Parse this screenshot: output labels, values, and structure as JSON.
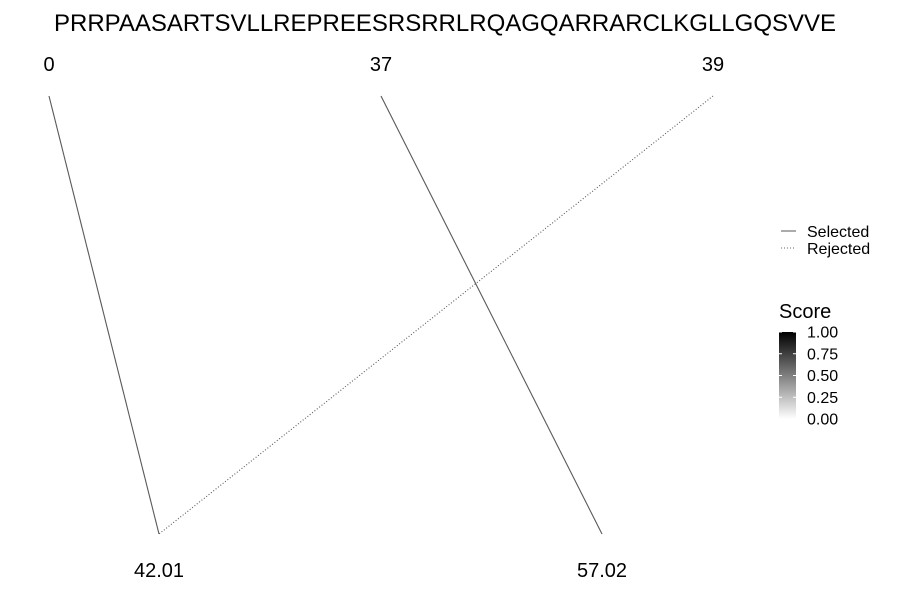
{
  "chart_data": {
    "type": "line",
    "title": "PRRPAASARTSVLLREPREESRSRRLRQAGQARRARCLKGLLGQSVVE",
    "top_labels": [
      "0",
      "37",
      "39"
    ],
    "bottom_labels": [
      "42.01",
      "57.02"
    ],
    "connections": [
      {
        "from": "0",
        "to": "42.01",
        "status": "Selected",
        "score": 0.65
      },
      {
        "from": "37",
        "to": "57.02",
        "status": "Selected",
        "score": 0.65
      },
      {
        "from": "39",
        "to": "42.01",
        "status": "Rejected",
        "score": 0.65
      }
    ],
    "legend_linetype": [
      {
        "label": "Selected",
        "style": "solid"
      },
      {
        "label": "Rejected",
        "style": "dotted"
      }
    ],
    "legend_score": {
      "title": "Score",
      "ticks": [
        "1.00",
        "0.75",
        "0.50",
        "0.25",
        "0.00"
      ],
      "range": [
        0,
        1
      ],
      "colors": {
        "low": "#ffffff",
        "high": "#000000"
      }
    },
    "legend_placement": "right",
    "grid": false
  }
}
